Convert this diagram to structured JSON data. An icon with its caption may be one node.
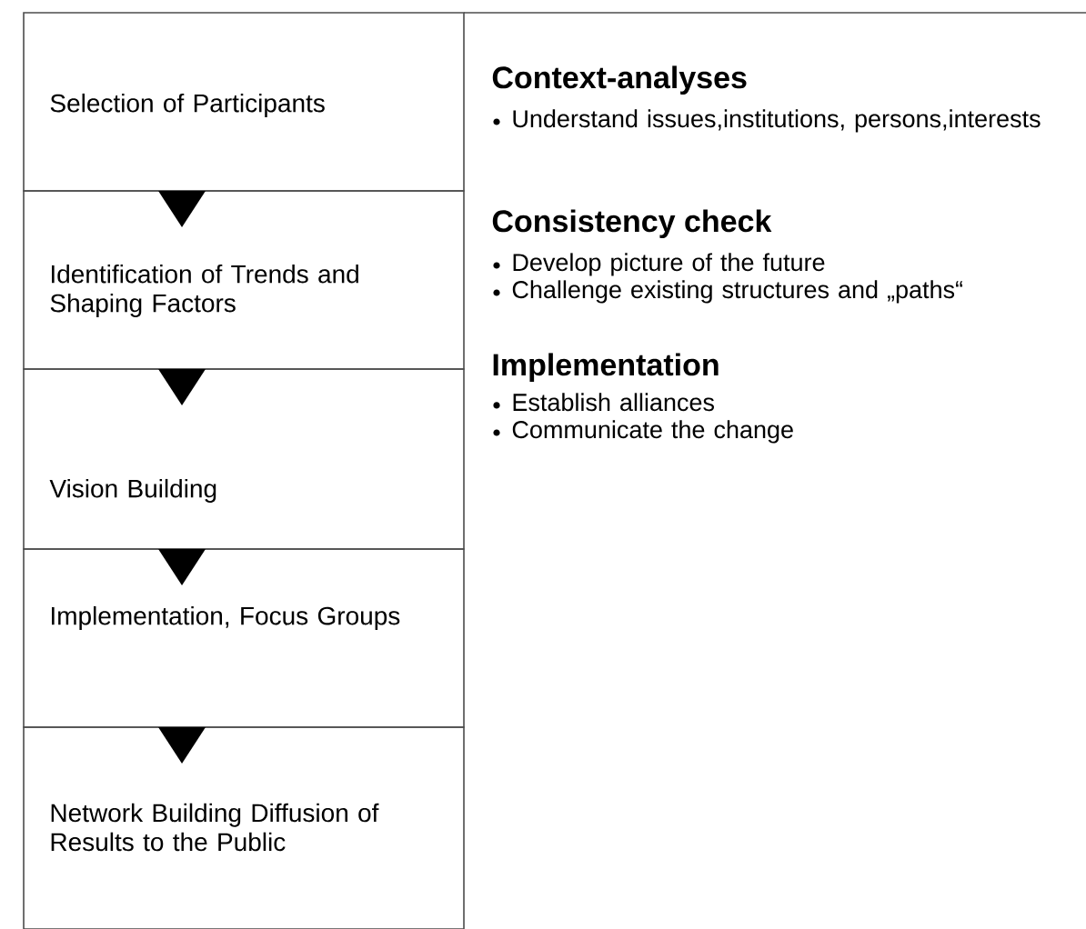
{
  "diagram": {
    "nodes": [
      {
        "text": [
          "Selection of Participants"
        ]
      },
      {
        "text": [
          "Identification of Trends and Shaping Factors"
        ]
      },
      {
        "text": [
          "Vision Building"
        ]
      },
      {
        "text": [
          "Implementation, Focus Groups"
        ]
      },
      {
        "text": [
          "Network Building Diffusion of Results to the Public"
        ]
      }
    ],
    "edges": [
      {
        "from": 0,
        "to": 1,
        "arrow": "to"
      },
      {
        "from": 1,
        "to": 2,
        "arrow": "to"
      },
      {
        "from": 2,
        "to": 3,
        "arrow": "to"
      },
      {
        "from": 3,
        "to": 4,
        "arrow": "to"
      }
    ],
    "labels": [
      "Context-analyses",
      "Understand issues,institutions, persons,interests",
      "Consistency check",
      "Develop picture of the future",
      "Challenge existing structures and „paths“",
      "Implementation",
      "Establish alliances",
      "Communicate the change"
    ]
  }
}
